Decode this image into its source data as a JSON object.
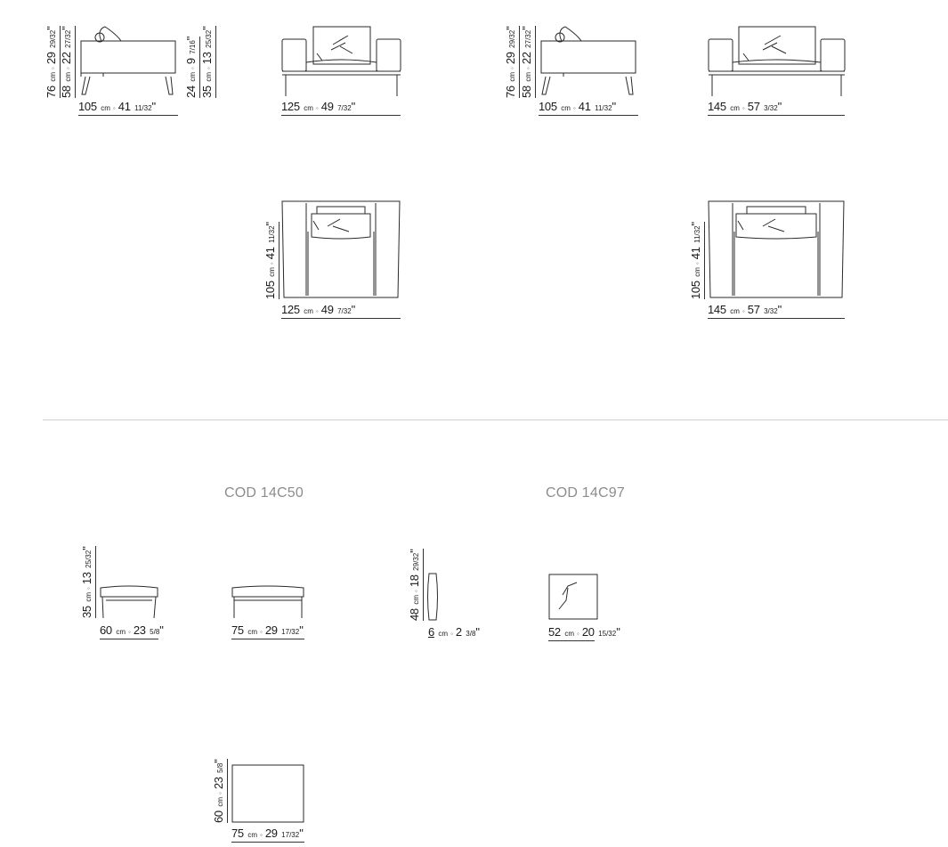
{
  "section_divider": {
    "color": "#cfcfcf"
  },
  "armchair_125": {
    "side_view": {
      "height_total": {
        "cm": "76",
        "unit": "cm",
        "inch": "29",
        "frac": "29/32",
        "q": "\""
      },
      "height_arm": {
        "cm": "58",
        "unit": "cm",
        "inch": "22",
        "frac": "27/32",
        "q": "\""
      },
      "seat_depth_h": {
        "cm": "24",
        "unit": "cm",
        "inch": "9",
        "frac": "7/16",
        "q": "\""
      },
      "seat_height": {
        "cm": "35",
        "unit": "cm",
        "inch": "13",
        "frac": "25/32",
        "q": "\""
      },
      "depth": {
        "cm": "105",
        "unit": "cm",
        "inch": "41",
        "frac": "11/32",
        "q": "\""
      }
    },
    "front_view": {
      "width": {
        "cm": "125",
        "unit": "cm",
        "inch": "49",
        "frac": "7/32",
        "q": "\""
      }
    },
    "top_view": {
      "depth": {
        "cm": "105",
        "unit": "cm",
        "inch": "41",
        "frac": "11/32",
        "q": "\""
      },
      "width": {
        "cm": "125",
        "unit": "cm",
        "inch": "49",
        "frac": "7/32",
        "q": "\""
      }
    }
  },
  "armchair_145": {
    "side_view": {
      "height_total": {
        "cm": "76",
        "unit": "cm",
        "inch": "29",
        "frac": "29/32",
        "q": "\""
      },
      "height_arm": {
        "cm": "58",
        "unit": "cm",
        "inch": "22",
        "frac": "27/32",
        "q": "\""
      },
      "depth": {
        "cm": "105",
        "unit": "cm",
        "inch": "41",
        "frac": "11/32",
        "q": "\""
      }
    },
    "front_view": {
      "width": {
        "cm": "145",
        "unit": "cm",
        "inch": "57",
        "frac": "3/32",
        "q": "\""
      }
    },
    "top_view": {
      "depth": {
        "cm": "105",
        "unit": "cm",
        "inch": "41",
        "frac": "11/32",
        "q": "\""
      },
      "width": {
        "cm": "145",
        "unit": "cm",
        "inch": "57",
        "frac": "3/32",
        "q": "\""
      }
    }
  },
  "codes": [
    {
      "label": "COD 14C50"
    },
    {
      "label": "COD 14C97"
    }
  ],
  "ottoman": {
    "side_view": {
      "height": {
        "cm": "35",
        "unit": "cm",
        "inch": "13",
        "frac": "25/32",
        "q": "\""
      },
      "depth": {
        "cm": "60",
        "unit": "cm",
        "inch": "23",
        "frac": "5/8",
        "q": "\""
      }
    },
    "front_view": {
      "width": {
        "cm": "75",
        "unit": "cm",
        "inch": "29",
        "frac": "17/32",
        "q": "\""
      }
    },
    "top_view": {
      "depth": {
        "cm": "60",
        "unit": "cm",
        "inch": "23",
        "frac": "5/8",
        "q": "\""
      },
      "width": {
        "cm": "75",
        "unit": "cm",
        "inch": "29",
        "frac": "17/32",
        "q": "\""
      }
    }
  },
  "cushion": {
    "side_view": {
      "height": {
        "cm": "48",
        "unit": "cm",
        "inch": "18",
        "frac": "29/32",
        "q": "\""
      },
      "thickness": {
        "cm": "6",
        "unit": "cm",
        "inch": "2",
        "frac": "3/8",
        "q": "\""
      }
    },
    "front_view": {
      "width": {
        "cm": "52",
        "unit": "cm",
        "inch": "20",
        "frac": "15/32",
        "q": "\""
      }
    }
  }
}
